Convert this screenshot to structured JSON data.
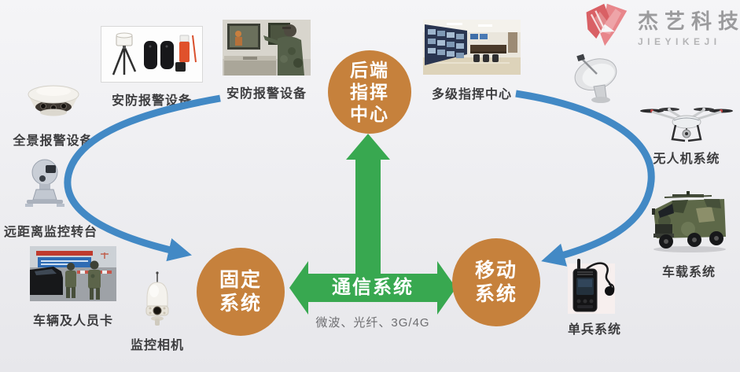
{
  "logo": {
    "brand_cn": "杰艺科技",
    "brand_en": "JIEYIKEJI"
  },
  "nodes": {
    "backend": {
      "label": "后端指挥中心",
      "lines": [
        "后端",
        "指挥",
        "中心"
      ]
    },
    "fixed": {
      "label": "固定系统",
      "lines": [
        "固定",
        "系统"
      ]
    },
    "mobile": {
      "label": "移动系统",
      "lines": [
        "移动",
        "系统"
      ]
    }
  },
  "communication": {
    "label": "通信系统",
    "carriers": "微波、光纤、3G/4G"
  },
  "devices": {
    "alarm_kit": {
      "label": "安防报警设备"
    },
    "monitor_station": {
      "label": "安防报警设备"
    },
    "panoramic": {
      "label": "全景报警设备"
    },
    "turret": {
      "label": "远距离监控转台"
    },
    "checkpoint": {
      "label": "车辆及人员卡"
    },
    "ptz": {
      "label": "监控相机"
    },
    "multilevel": {
      "label": "多级指挥中心"
    },
    "drone": {
      "label": "无人机系统"
    },
    "vehicle": {
      "label": "车载系统"
    },
    "soldier": {
      "label": "单兵系统"
    }
  },
  "colors": {
    "node_fill": "#c6813c",
    "arrow_green": "#38a850",
    "arrow_blue": "#4289c5",
    "logo_pink": "#e0777c",
    "label_text": "#3d3d3f"
  }
}
